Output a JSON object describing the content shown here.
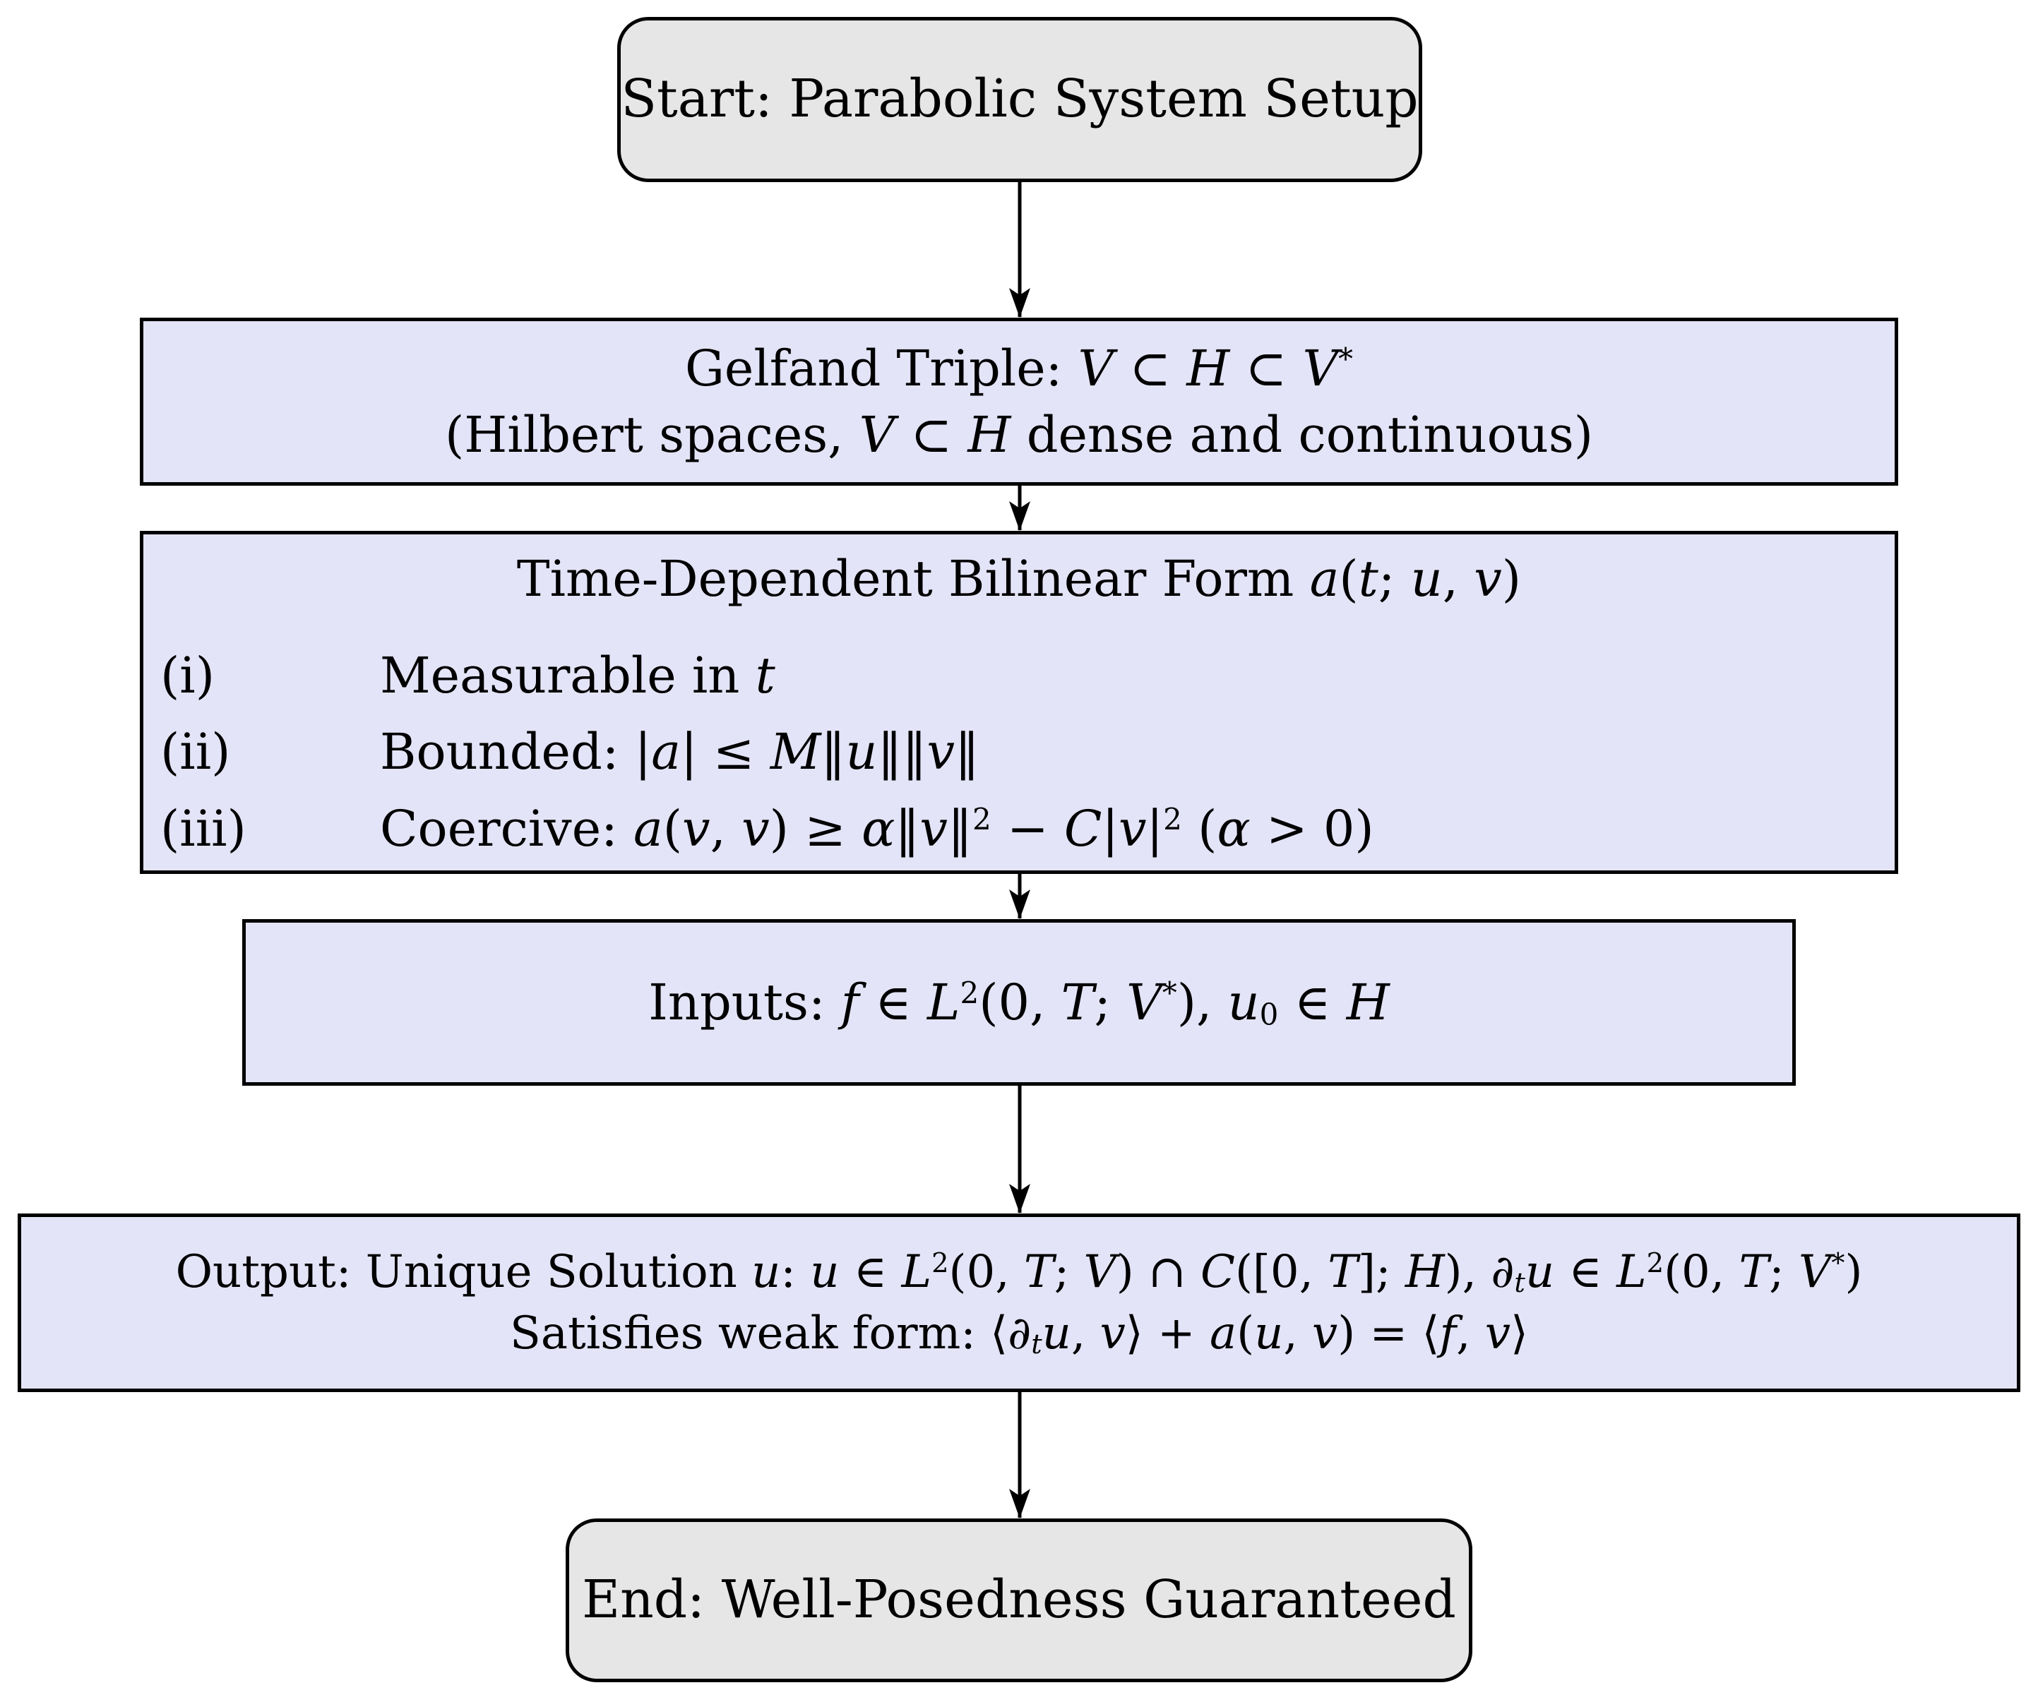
{
  "colors": {
    "background": "#ffffff",
    "process_fill": "#e4e4f8",
    "terminal_fill": "#e6e6e6",
    "border": "#000000",
    "arrow": "#000000"
  },
  "nodes": {
    "start": {
      "type": "terminal",
      "line": [
        {
          "t": "Start: Parabolic System Setup"
        }
      ]
    },
    "gelfand": {
      "type": "process",
      "lines": [
        [
          {
            "t": "Gelfand Triple: "
          },
          {
            "t": "V",
            "i": 1
          },
          {
            "t": " ⊂ "
          },
          {
            "t": "H",
            "i": 1
          },
          {
            "t": " ⊂ "
          },
          {
            "t": "V",
            "i": 1
          },
          {
            "t": "*",
            "p": "sup"
          }
        ],
        [
          {
            "t": "(Hilbert spaces, "
          },
          {
            "t": "V",
            "i": 1
          },
          {
            "t": " ⊂ "
          },
          {
            "t": "H",
            "i": 1
          },
          {
            "t": " dense and continuous)"
          }
        ]
      ]
    },
    "bilinear": {
      "type": "process",
      "title": [
        {
          "t": "Time-Dependent Bilinear Form "
        },
        {
          "t": "a",
          "i": 1
        },
        {
          "t": "("
        },
        {
          "t": "t",
          "i": 1
        },
        {
          "t": "; "
        },
        {
          "t": "u",
          "i": 1
        },
        {
          "t": ", "
        },
        {
          "t": "v",
          "i": 1
        },
        {
          "t": ")"
        }
      ],
      "items": [
        {
          "label": "(i)",
          "segments": [
            {
              "t": "Measurable in "
            },
            {
              "t": "t",
              "i": 1
            }
          ]
        },
        {
          "label": "(ii)",
          "segments": [
            {
              "t": "Bounded: |"
            },
            {
              "t": "a",
              "i": 1
            },
            {
              "t": "| ≤ "
            },
            {
              "t": "M",
              "i": 1
            },
            {
              "t": "‖"
            },
            {
              "t": "u",
              "i": 1
            },
            {
              "t": "‖‖"
            },
            {
              "t": "v",
              "i": 1
            },
            {
              "t": "‖"
            }
          ]
        },
        {
          "label": "(iii)",
          "segments": [
            {
              "t": "Coercive: "
            },
            {
              "t": "a",
              "i": 1
            },
            {
              "t": "("
            },
            {
              "t": "v",
              "i": 1
            },
            {
              "t": ", "
            },
            {
              "t": "v",
              "i": 1
            },
            {
              "t": ") ≥ "
            },
            {
              "t": "α",
              "i": 1
            },
            {
              "t": "‖"
            },
            {
              "t": "v",
              "i": 1
            },
            {
              "t": "‖"
            },
            {
              "t": "2",
              "p": "sup"
            },
            {
              "t": " − "
            },
            {
              "t": "C",
              "i": 1
            },
            {
              "t": "|"
            },
            {
              "t": "v",
              "i": 1
            },
            {
              "t": "|"
            },
            {
              "t": "2",
              "p": "sup"
            },
            {
              "t": " ("
            },
            {
              "t": "α",
              "i": 1
            },
            {
              "t": " > 0)"
            }
          ]
        }
      ]
    },
    "inputs": {
      "type": "process",
      "line": [
        {
          "t": "Inputs: "
        },
        {
          "t": "f",
          "i": 1
        },
        {
          "t": " ∈ "
        },
        {
          "t": "L",
          "i": 1
        },
        {
          "t": "2",
          "p": "sup"
        },
        {
          "t": "(0, "
        },
        {
          "t": "T",
          "i": 1
        },
        {
          "t": "; "
        },
        {
          "t": "V",
          "i": 1
        },
        {
          "t": "*",
          "p": "sup"
        },
        {
          "t": "), "
        },
        {
          "t": "u",
          "i": 1
        },
        {
          "t": "0",
          "p": "sub"
        },
        {
          "t": " ∈ "
        },
        {
          "t": "H",
          "i": 1
        }
      ]
    },
    "output": {
      "type": "process",
      "lines": [
        [
          {
            "t": "Output: Unique Solution "
          },
          {
            "t": "u",
            "i": 1
          },
          {
            "t": ": "
          },
          {
            "t": "u",
            "i": 1
          },
          {
            "t": " ∈ "
          },
          {
            "t": "L",
            "i": 1
          },
          {
            "t": "2",
            "p": "sup"
          },
          {
            "t": "(0, "
          },
          {
            "t": "T",
            "i": 1
          },
          {
            "t": "; "
          },
          {
            "t": "V",
            "i": 1
          },
          {
            "t": ") ∩ "
          },
          {
            "t": "C",
            "i": 1
          },
          {
            "t": "([0, "
          },
          {
            "t": "T",
            "i": 1
          },
          {
            "t": "]; "
          },
          {
            "t": "H",
            "i": 1
          },
          {
            "t": "), "
          },
          {
            "t": "∂",
            "i": 1
          },
          {
            "t": "t",
            "i": 1,
            "p": "sub"
          },
          {
            "t": "u",
            "i": 1
          },
          {
            "t": " ∈ "
          },
          {
            "t": "L",
            "i": 1
          },
          {
            "t": "2",
            "p": "sup"
          },
          {
            "t": "(0, "
          },
          {
            "t": "T",
            "i": 1
          },
          {
            "t": "; "
          },
          {
            "t": "V",
            "i": 1
          },
          {
            "t": "*",
            "p": "sup"
          },
          {
            "t": ")"
          }
        ],
        [
          {
            "t": "Satisfies weak form: ⟨"
          },
          {
            "t": "∂",
            "i": 1
          },
          {
            "t": "t",
            "i": 1,
            "p": "sub"
          },
          {
            "t": "u",
            "i": 1
          },
          {
            "t": ", "
          },
          {
            "t": "v",
            "i": 1
          },
          {
            "t": "⟩ + "
          },
          {
            "t": "a",
            "i": 1
          },
          {
            "t": "("
          },
          {
            "t": "u",
            "i": 1
          },
          {
            "t": ", "
          },
          {
            "t": "v",
            "i": 1
          },
          {
            "t": ") = ⟨"
          },
          {
            "t": "f",
            "i": 1
          },
          {
            "t": ", "
          },
          {
            "t": "v",
            "i": 1
          },
          {
            "t": "⟩"
          }
        ]
      ]
    },
    "end": {
      "type": "terminal",
      "line": [
        {
          "t": "End: Well-Posedness Guaranteed"
        }
      ]
    }
  },
  "arrows": [
    {
      "from": "start",
      "to": "gelfand"
    },
    {
      "from": "gelfand",
      "to": "bilinear"
    },
    {
      "from": "bilinear",
      "to": "inputs"
    },
    {
      "from": "inputs",
      "to": "output"
    },
    {
      "from": "output",
      "to": "end"
    }
  ]
}
